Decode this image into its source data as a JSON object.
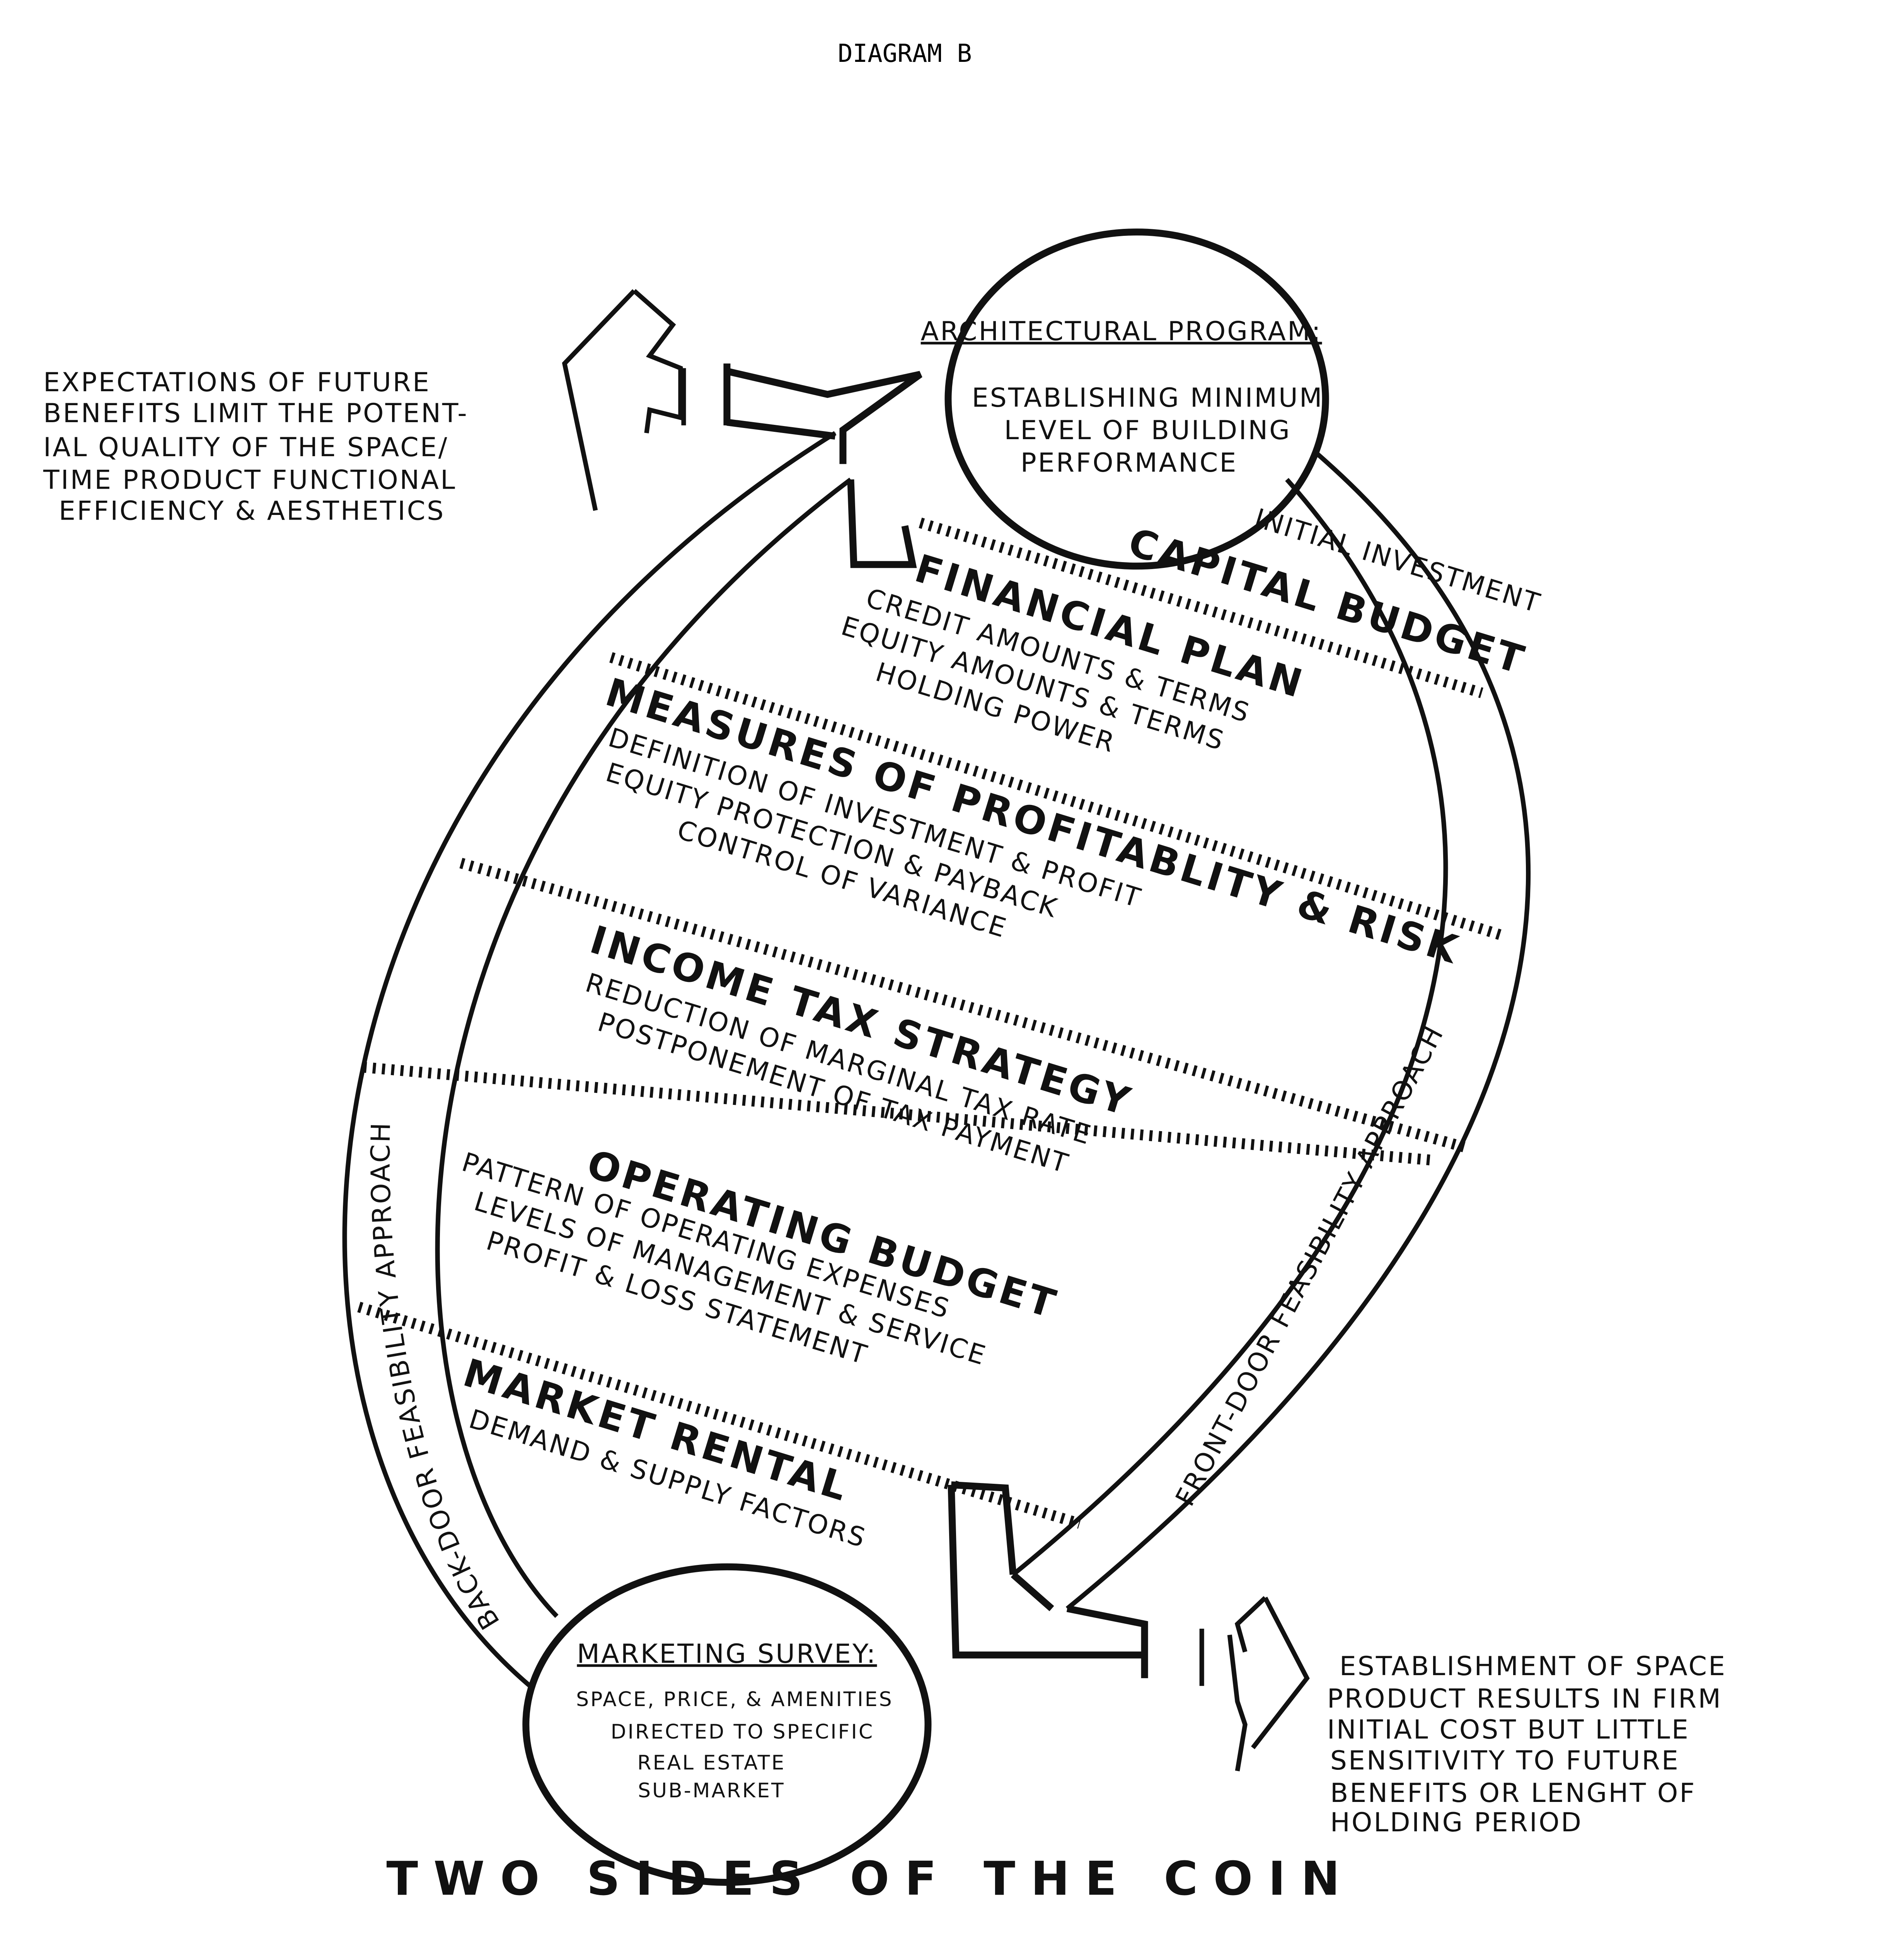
{
  "header": {
    "label": "DIAGRAM B"
  },
  "architectural_program": {
    "title": "ARCHITECTURAL PROGRAM:",
    "lines": [
      "ESTABLISHING MINIMUM",
      "LEVEL OF BUILDING",
      "PERFORMANCE"
    ]
  },
  "marketing_survey": {
    "title": "MARKETING SURVEY:",
    "lines": [
      "SPACE, PRICE, & AMENITIES",
      "DIRECTED TO SPECIFIC",
      "REAL ESTATE",
      "SUB-MARKET"
    ]
  },
  "left_note": {
    "lines": [
      "EXPECTATIONS OF FUTURE",
      "BENEFITS LIMIT THE POTENT-",
      "IAL QUALITY OF THE SPACE/",
      "TIME PRODUCT FUNCTIONAL",
      "EFFICIENCY & AESTHETICS"
    ]
  },
  "right_note": {
    "lines": [
      "ESTABLISHMENT OF SPACE",
      "PRODUCT RESULTS IN FIRM",
      "INITIAL COST BUT LITTLE",
      "SENSITIVITY TO FUTURE",
      "BENEFITS OR LENGHT OF",
      "HOLDING PERIOD"
    ]
  },
  "initial_investment": "INITIAL INVESTMENT",
  "back_door": "BACK-DOOR FEASIBILITY APPROACH",
  "front_door": "FRONT-DOOR FEASIBILITY APPROACH",
  "sections": [
    {
      "heading": "CAPITAL BUDGET",
      "lines": []
    },
    {
      "heading": "FINANCIAL PLAN",
      "lines": [
        "CREDIT AMOUNTS & TERMS",
        "EQUITY AMOUNTS & TERMS",
        "HOLDING POWER"
      ]
    },
    {
      "heading": "MEASURES OF PROFITABLITY & RISK",
      "lines": [
        "DEFINITION OF INVESTMENT & PROFIT",
        "EQUITY PROTECTION & PAYBACK",
        "CONTROL OF VARIANCE"
      ]
    },
    {
      "heading": "INCOME TAX STRATEGY",
      "lines": [
        "REDUCTION OF MARGINAL TAX RATE",
        "POSTPONEMENT OF TAX PAYMENT"
      ]
    },
    {
      "heading": "OPERATING BUDGET",
      "lines": [
        "PATTERN OF OPERATING EXPENSES",
        "LEVELS OF MANAGEMENT & SERVICE",
        "PROFIT & LOSS STATEMENT"
      ]
    },
    {
      "heading": "MARKET RENTAL",
      "lines": [
        "DEMAND & SUPPLY FACTORS"
      ]
    }
  ],
  "footer": {
    "title": "TWO SIDES OF THE COIN"
  }
}
